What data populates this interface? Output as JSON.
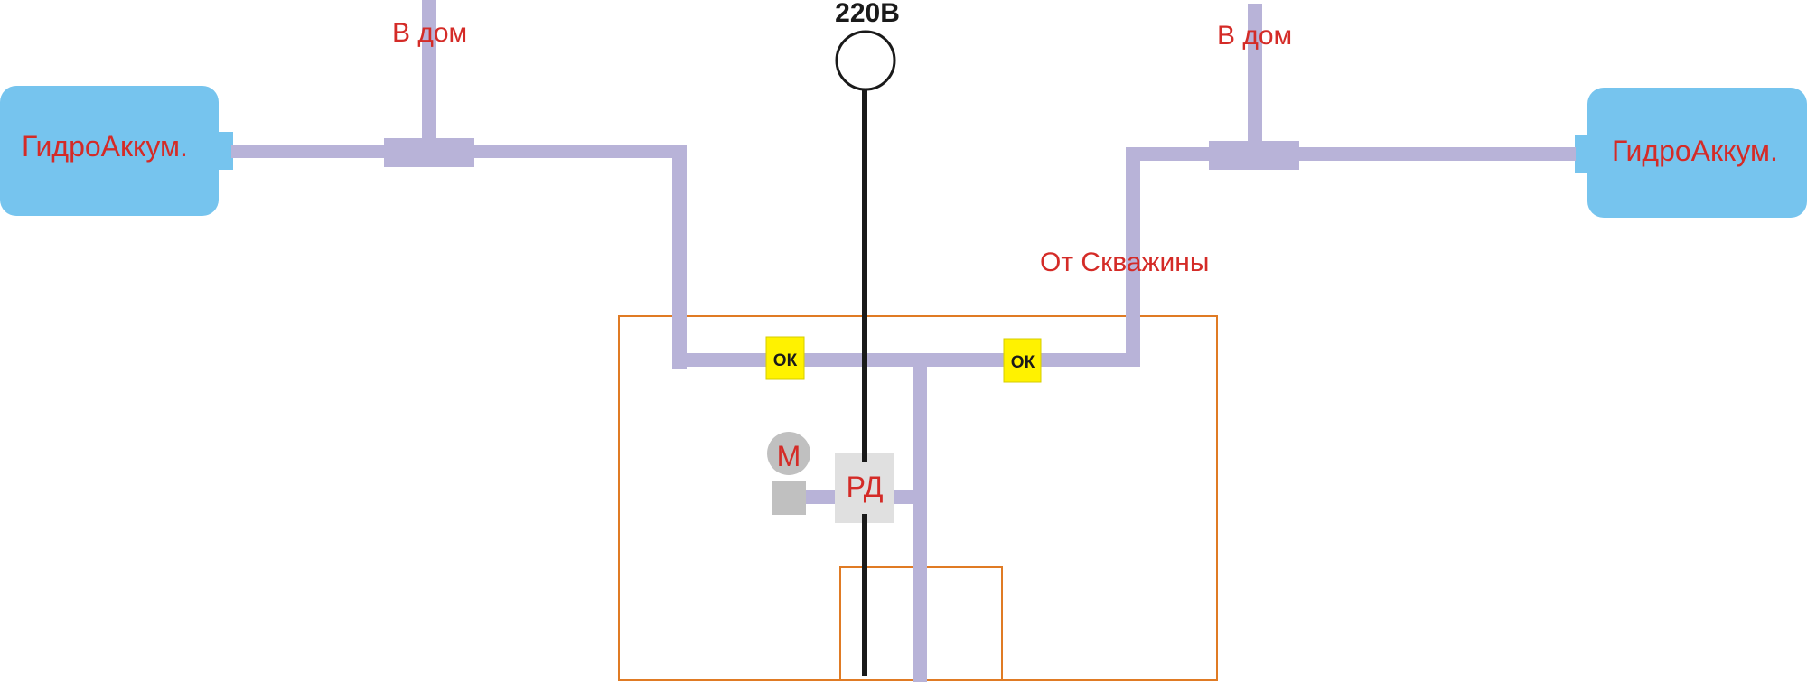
{
  "diagram": {
    "voltage_label": "220В",
    "left_tank_label": "ГидроАккум.",
    "right_tank_label": "ГидроАккум.",
    "left_house_label": "В дом",
    "right_house_label": "В дом",
    "well_label": "От Скважины",
    "valve_left_label": "ОК",
    "valve_right_label": "ОК",
    "gauge_label": "М",
    "pressure_switch_label": "РД"
  },
  "colors": {
    "pipe": "#b8b3d8",
    "tank": "#76c4ee",
    "cable": "#1a1a1a",
    "box_outline": "#e07b24",
    "valve": "#fff200",
    "label_red": "#d42b27",
    "gauge": "#c0c0c0",
    "pressure_switch": "#e0e0e0"
  }
}
